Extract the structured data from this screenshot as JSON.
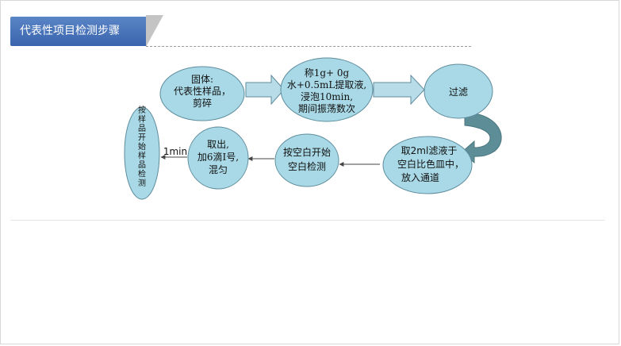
{
  "slide": {
    "title": "代表性项目检测步骤"
  },
  "flow": {
    "nodes": [
      {
        "id": "n1",
        "lines": [
          "固体:",
          "代表性样品，",
          "剪碎"
        ]
      },
      {
        "id": "n2",
        "lines": [
          "称1g+ 0g",
          "水+0.5mL提取液,",
          "浸泡10min,",
          "期间振荡数次"
        ]
      },
      {
        "id": "n3",
        "lines": [
          "过滤"
        ]
      },
      {
        "id": "n4",
        "lines": [
          "取2ml滤液于",
          "空白比色皿中，",
          "放入通道"
        ]
      },
      {
        "id": "n5",
        "lines": [
          "按空白开始",
          "空白检测"
        ]
      },
      {
        "id": "n6",
        "lines": [
          "取出,",
          "加6滴Ⅰ号,",
          "混匀"
        ]
      },
      {
        "id": "n7",
        "vertical": "按样品开始样品检测"
      }
    ],
    "edge_label_1min": "1min"
  },
  "colors": {
    "node_fill": "#a9d9e6",
    "node_stroke": "#5e8c9c",
    "arrow_fill": "#b9dde8",
    "curve_fill": "#5d8d97",
    "title_bg": "#4a74b9"
  }
}
